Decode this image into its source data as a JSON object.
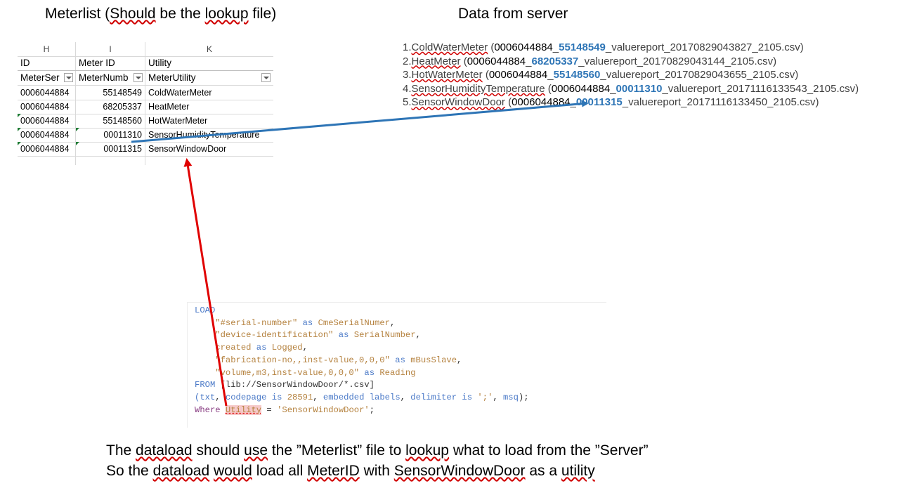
{
  "headings": {
    "left": [
      "Meterlist (",
      "Should",
      " be the ",
      "lookup",
      " file)"
    ],
    "right": "Data from server"
  },
  "sheet": {
    "column_letters": [
      "H",
      "I",
      "K"
    ],
    "header_labels": [
      "ID",
      "Meter ID",
      "Utility"
    ],
    "filter_labels": [
      "MeterSer",
      "MeterNumb",
      "MeterUtility"
    ],
    "rows": [
      {
        "serial": "0006044884",
        "meter_id": "55148549",
        "utility": "ColdWaterMeter"
      },
      {
        "serial": "0006044884",
        "meter_id": "68205337",
        "utility": "HeatMeter"
      },
      {
        "serial": "0006044884",
        "meter_id": "55148560",
        "utility": "HotWaterMeter"
      },
      {
        "serial": "0006044884",
        "meter_id": "00011310",
        "utility": "SensorHumidityTemperature"
      },
      {
        "serial": "0006044884",
        "meter_id": "00011315",
        "utility": "SensorWindowDoor"
      }
    ]
  },
  "server_files": [
    {
      "num": "1.",
      "name": "ColdWaterMeter",
      "open": " (",
      "serial": "0006044884",
      "sep": "_",
      "meter_id": "55148549",
      "rest": "_valuereport_20170829043827_2105.csv)"
    },
    {
      "num": "2.",
      "name": "HeatMeter",
      "open": " (",
      "serial": "0006044884",
      "sep": "_",
      "meter_id": "68205337",
      "rest": "_valuereport_20170829043144_2105.csv)"
    },
    {
      "num": "3.",
      "name": "HotWaterMeter",
      "open": " (",
      "serial": "0006044884",
      "sep": "_",
      "meter_id": "55148560",
      "rest": "_valuereport_20170829043655_2105.csv)"
    },
    {
      "num": "4.",
      "name": "SensorHumidityTemperature",
      "open": " (",
      "serial": "0006044884",
      "sep": "_",
      "meter_id": "00011310",
      "rest": "_valuereport_20171116133543_2105.csv)"
    },
    {
      "num": "5.",
      "name": "SensorWindowDoor",
      "open": " (",
      "serial": "0006044884",
      "sep": "_",
      "meter_id": "00011315",
      "rest": "_valuereport_20171116133450_2105.csv)"
    }
  ],
  "code": {
    "l1": "LOAD",
    "l2a": "    ",
    "l2b": "\"#serial-number\"",
    "l2c": " as ",
    "l2d": "CmeSerialNumer",
    "l2e": ",",
    "l3a": "    ",
    "l3b": "\"device-identification\"",
    "l3c": " as ",
    "l3d": "SerialNumber",
    "l3e": ",",
    "l4a": "    ",
    "l4b": "created",
    "l4c": " as ",
    "l4d": "Logged",
    "l4e": ",",
    "l5a": "    ",
    "l5b": "\"fabrication-no,,inst-value,0,0,0\"",
    "l5c": " as ",
    "l5d": "mBusSlave",
    "l5e": ",",
    "l6a": "    ",
    "l6b": "\"volume,m3,inst-value,0,0,0\"",
    "l6c": " as ",
    "l6d": "Reading",
    "l7a": "FROM",
    "l7b": " [lib://SensorWindowDoor/*.csv]",
    "l8a": "(",
    "l8b": "txt",
    "l8c": ", ",
    "l8d": "codepage",
    "l8e": " is ",
    "l8f": "28591",
    "l8g": ", ",
    "l8h": "embedded labels",
    "l8i": ", ",
    "l8j": "delimiter",
    "l8k": " is ",
    "l8l": "';'",
    "l8m": ", ",
    "l8n": "msq",
    "l8o": ");",
    "l9a": "Where",
    "l9b": " ",
    "l9c": "Utility",
    "l9d": " = ",
    "l9e": "'SensorWindowDoor'",
    "l9f": ";"
  },
  "bottom_text": {
    "line1": [
      "The ",
      "dataload",
      " should ",
      "use",
      " the ”Meterlist”  file to ",
      "lookup",
      " what to load from the ”Server”"
    ],
    "line2": [
      "So the ",
      "dataload",
      " ",
      "would",
      " load all ",
      "MeterID",
      " with ",
      "SensorWindowDoor",
      " as a ",
      "utility"
    ]
  },
  "colors": {
    "highlight_blue": "#2e75b6",
    "arrow_blue": "#2e75b6",
    "arrow_red": "#e00000",
    "code_keyword": "#4a79c7",
    "code_string": "#b5823f",
    "excel_green": "#1e7b34"
  }
}
